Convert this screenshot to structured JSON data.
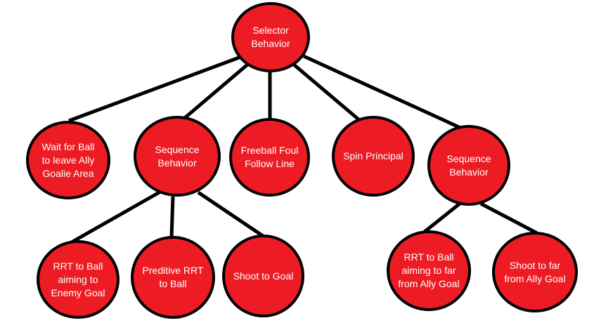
{
  "diagram": {
    "nodes": [
      {
        "id": "root",
        "label": "Selector\nBehavior"
      },
      {
        "id": "wait",
        "label": "Wait for Ball\nto leave Ally\nGoalie Area"
      },
      {
        "id": "seq1",
        "label": "Sequence\nBehavior"
      },
      {
        "id": "freeball",
        "label": "Freeball Foul\nFollow Line"
      },
      {
        "id": "spin",
        "label": "Spin Principal"
      },
      {
        "id": "seq2",
        "label": "Sequence\nBehavior"
      },
      {
        "id": "rrt_enemy",
        "label": "RRT to Ball\naiming to\nEnemy Goal"
      },
      {
        "id": "preditive",
        "label": "Preditive RRT\nto Ball"
      },
      {
        "id": "shoot_goal",
        "label": "Shoot to Goal"
      },
      {
        "id": "rrt_far",
        "label": "RRT to Ball\naiming to far\nfrom Ally Goal"
      },
      {
        "id": "shoot_far",
        "label": "Shoot to far\nfrom Ally Goal"
      }
    ],
    "edges": [
      {
        "from": "root",
        "to": "wait"
      },
      {
        "from": "root",
        "to": "seq1"
      },
      {
        "from": "root",
        "to": "freeball"
      },
      {
        "from": "root",
        "to": "spin"
      },
      {
        "from": "root",
        "to": "seq2"
      },
      {
        "from": "seq1",
        "to": "rrt_enemy"
      },
      {
        "from": "seq1",
        "to": "preditive"
      },
      {
        "from": "seq1",
        "to": "shoot_goal"
      },
      {
        "from": "seq2",
        "to": "rrt_far"
      },
      {
        "from": "seq2",
        "to": "shoot_far"
      }
    ],
    "colors": {
      "node_fill": "#ed1c24",
      "node_stroke": "#000000",
      "edge": "#000000",
      "text": "#ffffff"
    }
  }
}
